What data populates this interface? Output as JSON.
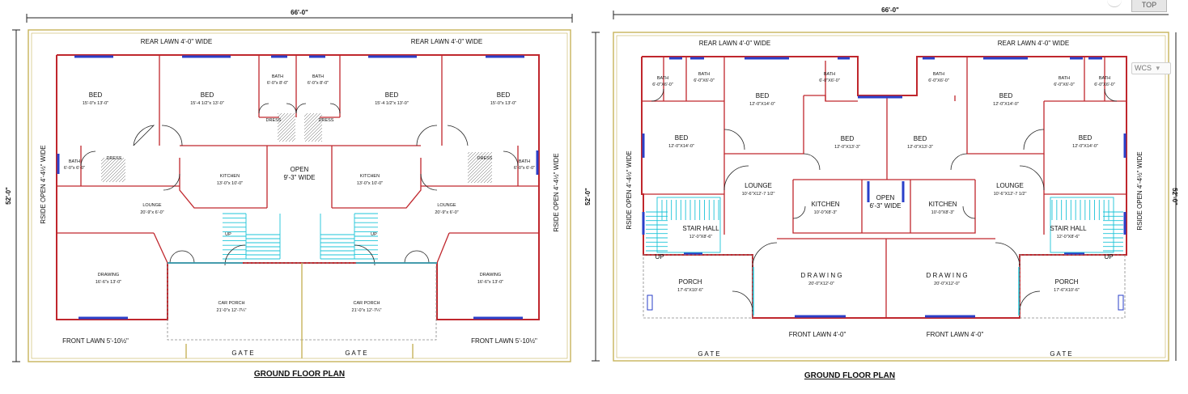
{
  "left_plan": {
    "overall_width": "66'-0\"",
    "overall_depth": "52'-0\"",
    "rear_lawn_left": "REAR LAWN 4'-0\" WIDE",
    "rear_lawn_right": "REAR LAWN 4'-0\" WIDE",
    "side_left": "RSIDE OPEN 4'-4½\" WIDE",
    "side_right": "RSIDE OPEN 4'-4½\" WIDE",
    "front_lawn_left": "FRONT LAWN 5'-10½\"",
    "front_lawn_right": "FRONT LAWN 5'-10½\"",
    "gate_left": "G A T E",
    "gate_right": "G A T E",
    "title": "GROUND FLOOR PLAN",
    "rooms": {
      "bed1": {
        "name": "BED",
        "size": "15'-0\"x 13'-0\""
      },
      "bed2": {
        "name": "BED",
        "size": "15'-4 1/2\"x 13'-0\""
      },
      "bath1": {
        "name": "BATH",
        "size": "6'-0\"x 8'-0\""
      },
      "bath2": {
        "name": "BATH",
        "size": "6'-0\"x 8'-0\""
      },
      "bed3": {
        "name": "BED",
        "size": "15'-4 1/2\"x 13'-0\""
      },
      "bed4": {
        "name": "BED",
        "size": "15'-0\"x 13'-0\""
      },
      "dress1": "DRESS",
      "dress2": "DRESS",
      "dress3": "DRESS",
      "dress4": "DRESS",
      "bath3": {
        "name": "BATH",
        "size": "6'-0\"x 6'-0\""
      },
      "bath4": {
        "name": "BATH",
        "size": "6'-0\"x 6'-0\""
      },
      "kitchen1": {
        "name": "KITCHEN",
        "size": "13'-0\"x 10'-0\""
      },
      "open": {
        "name": "OPEN",
        "size": "9'-3\" WIDE"
      },
      "kitchen2": {
        "name": "KITCHEN",
        "size": "13'-0\"x 10'-0\""
      },
      "lounge1": {
        "name": "LOUNGE",
        "size": "20'-9\"x 6'-0\""
      },
      "lounge2": {
        "name": "LOUNGE",
        "size": "20'-9\"x 6'-0\""
      },
      "drawing1": {
        "name": "DRAWING",
        "size": "16'-6\"x 13'-0\""
      },
      "drawing2": {
        "name": "DRAWING",
        "size": "16'-6\"x 13'-0\""
      },
      "porch1": {
        "name": "CAR PORCH",
        "size": "21'-0\"x 12'-7¼\""
      },
      "porch2": {
        "name": "CAR PORCH",
        "size": "21'-0\"x 12'-7¼\""
      },
      "up1": "UP",
      "up2": "UP"
    }
  },
  "right_plan": {
    "overall_width": "66'-0\"",
    "overall_depth": "52'-0\"",
    "rear_lawn_left": "REAR LAWN 4'-0\" WIDE",
    "rear_lawn_right": "REAR LAWN 4'-0\" WIDE",
    "side_left": "RSIDE OPEN 4'-4½\" WIDE",
    "side_right": "RSIDE OPEN 4'-4½\" WIDE",
    "front_lawn_left": "FRONT LAWN 4'-0\"",
    "front_lawn_right": "FRONT LAWN 4'-0\"",
    "gate_left": "G A T E",
    "gate_right": "G A T E",
    "title": "GROUND FLOOR PLAN",
    "rooms": {
      "bath1": {
        "name": "BATH",
        "size": "6'-0\"X6'-0\""
      },
      "bath2": {
        "name": "BATH",
        "size": "6'-0\"X6'-0\""
      },
      "bed1": {
        "name": "BED",
        "size": "12'-0\"X14'-0\""
      },
      "bath3": {
        "name": "BATH",
        "size": "6'-0\"X6'-0\""
      },
      "bath4": {
        "name": "BATH",
        "size": "6'-0\"X6'-0\""
      },
      "bed2": {
        "name": "BED",
        "size": "12'-0\"X14'-0\""
      },
      "bath5": {
        "name": "BATH",
        "size": "6'-0\"X6'-0\""
      },
      "bath6": {
        "name": "BATH",
        "size": "6'-0\"X6'-0\""
      },
      "bed3": {
        "name": "BED",
        "size": "12'-0\"X14'-0\""
      },
      "bed4": {
        "name": "BED",
        "size": "12'-0\"X13'-3\""
      },
      "bed5": {
        "name": "BED",
        "size": "12'-0\"X13'-3\""
      },
      "bed6": {
        "name": "BED",
        "size": "12'-0\"X14'-0\""
      },
      "lounge1": {
        "name": "LOUNGE",
        "size": "10'-6\"X12'-7 1/2\""
      },
      "lounge2": {
        "name": "LOUNGE",
        "size": "10'-6\"X12'-7 1/2\""
      },
      "kitchen1": {
        "name": "KITCHEN",
        "size": "10'-0\"X8'-3\""
      },
      "open": {
        "name": "OPEN",
        "size": "6'-3\" WIDE"
      },
      "kitchen2": {
        "name": "KITCHEN",
        "size": "10'-0\"X8'-3\""
      },
      "stair1": {
        "name": "STAIR HALL",
        "size": "12'-0\"X8'-6\""
      },
      "stair2": {
        "name": "STAIR HALL",
        "size": "12'-0\"X8'-6\""
      },
      "drawing1": {
        "name": "D R A W I N G",
        "size": "20'-0\"X12'-0\""
      },
      "drawing2": {
        "name": "D R A W I N G",
        "size": "20'-0\"X12'-0\""
      },
      "porch1": {
        "name": "PORCH",
        "size": "17'-6\"X10'-6\""
      },
      "porch2": {
        "name": "PORCH",
        "size": "17'-6\"X10'-6\""
      },
      "up1": "UP",
      "up2": "UP"
    }
  },
  "toolbar": {
    "viewcube_label": "TOP",
    "wcs_label": "WCS",
    "menu_caret": "▾"
  }
}
